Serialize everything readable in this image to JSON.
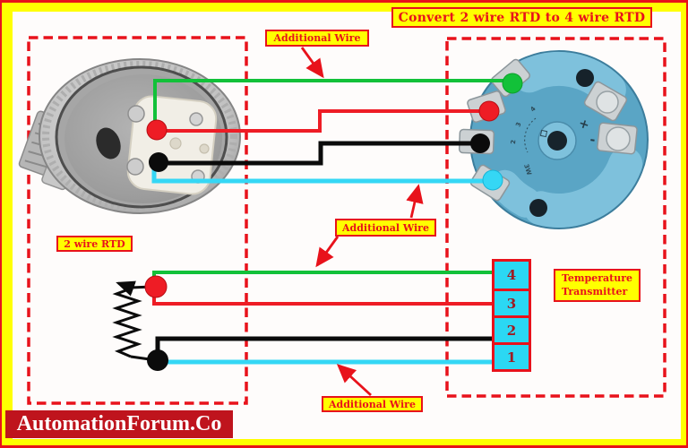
{
  "title": {
    "text": "Convert 2 wire RTD to 4 wire RTD"
  },
  "labels": {
    "additional_wire_top": "Additional Wire",
    "additional_wire_middle": "Additional Wire",
    "additional_wire_bottom": "Additional Wire",
    "two_wire_rtd": "2 wire RTD",
    "temperature_transmitter_line1": "Temperature",
    "temperature_transmitter_line2": "Transmitter"
  },
  "terminal_block": {
    "terminals": [
      "4",
      "3",
      "2",
      "1"
    ]
  },
  "transmitter": {
    "plus": "+",
    "minus": "-",
    "dial_numbers": [
      "2",
      "3",
      "4"
    ],
    "mode_label": "3W"
  },
  "watermark": {
    "text": "AutomationForum.Co"
  },
  "colors": {
    "frame_border": "#e8121b",
    "frame_bg": "#ffff00",
    "wire_green": "#12c139",
    "wire_red": "#ee1c25",
    "wire_black": "#0b0b0b",
    "wire_cyan": "#35d7f5",
    "label_red": "#e8121b",
    "label_bg": "#ffff00",
    "terminal_fill": "#2bd8f3",
    "terminal_number": "#9e1c22",
    "transmitter_blue": "#5aa5c5",
    "banner_bg": "#bf141d"
  }
}
